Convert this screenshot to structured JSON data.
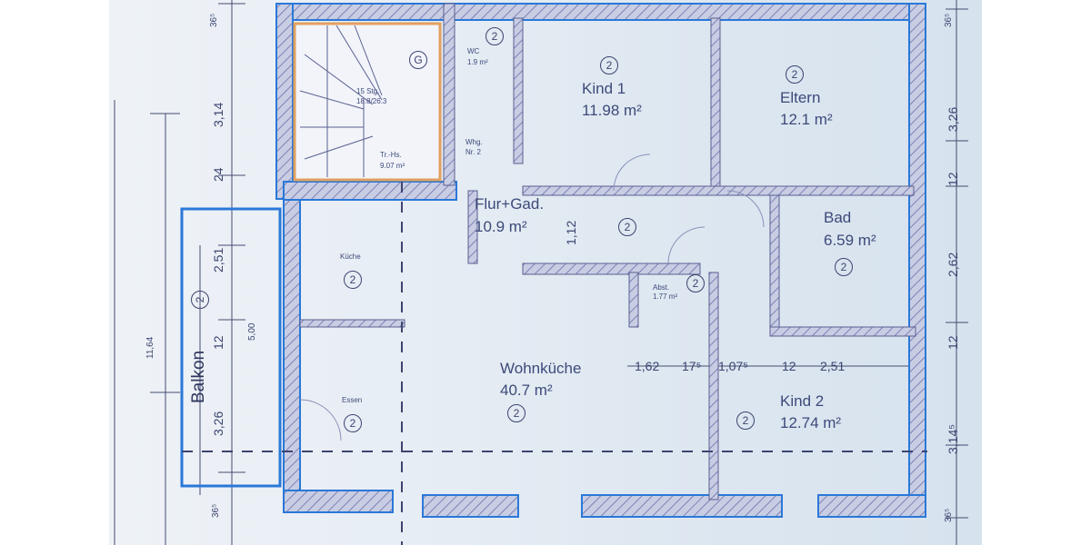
{
  "title": "Floor plan – Wohnung Nr. 2",
  "colors": {
    "wall_outline": "#2a78d8",
    "hatch": "#7a80b0",
    "text": "#3d4a7a",
    "stair_highlight": "#e0a060"
  },
  "rooms": [
    {
      "name": "Kind 1",
      "area": "11.98 m²",
      "level": "2"
    },
    {
      "name": "Eltern",
      "area": "12.1 m²",
      "level": "2"
    },
    {
      "name": "Flur+Gad.",
      "area": "10.9 m²",
      "level": "2"
    },
    {
      "name": "Bad",
      "area": "6.59 m²",
      "level": "2"
    },
    {
      "name": "Wohnküche",
      "area": "40.7 m²",
      "level": "2"
    },
    {
      "name": "Kind 2",
      "area": "12.74 m²",
      "level": "2"
    },
    {
      "name": "Abst.",
      "area": "1.77 m²",
      "level": "2"
    },
    {
      "name": "WC",
      "area": "1.9 m²",
      "level": "2"
    },
    {
      "name": "Küche",
      "area": "",
      "level": "2"
    },
    {
      "name": "Essen",
      "area": "",
      "level": "2"
    },
    {
      "name": "Balkon",
      "area": "",
      "level": "2"
    }
  ],
  "stair": {
    "steps": "15 Stg.",
    "rise_run": "18.8/26.3",
    "label": "Tr.-Hs.",
    "area": "9.07 m²",
    "marker": "G"
  },
  "apartment_label": {
    "line1": "Whg.",
    "line2": "Nr. 2"
  },
  "corridor_marker": "2",
  "dims": {
    "left_outer": [
      "36⁵",
      "3,14",
      "24",
      "2,51",
      "12",
      "3,26",
      "36⁵"
    ],
    "left_total": "11,64",
    "left_inner": "5,00",
    "right": [
      "36⁵",
      "3,26",
      "12",
      "2,62",
      "12",
      "3,14⁵",
      "36⁵"
    ],
    "horizontal": [
      "1,62",
      "17⁵",
      "1,07⁵",
      "12",
      "2,51"
    ],
    "corridor": "1,12"
  }
}
